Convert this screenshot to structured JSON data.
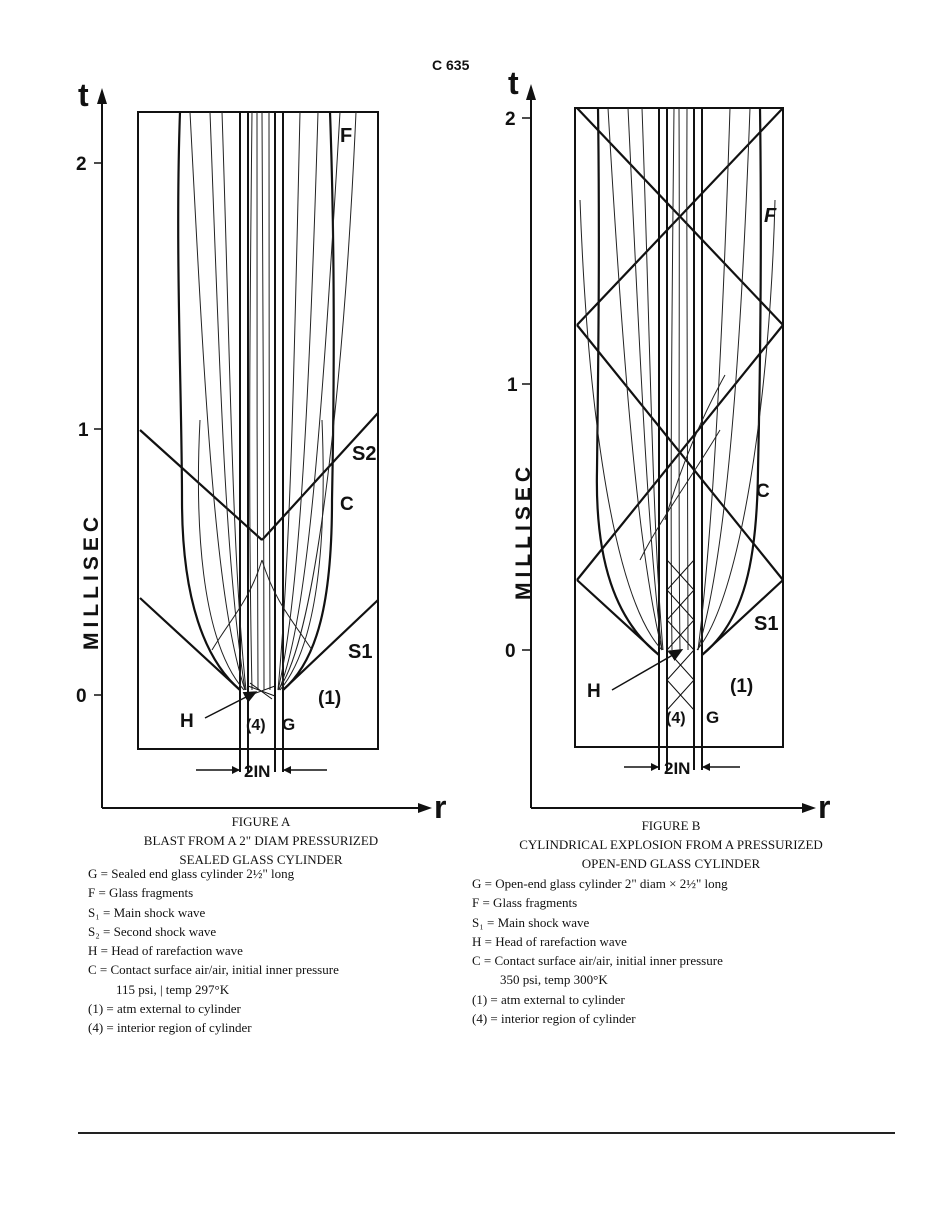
{
  "page_label": "C 635",
  "figure_a": {
    "axis_t": "t",
    "axis_r": "r",
    "y_axis_label": "MILLISEC",
    "ticks": [
      "2",
      "1",
      "0"
    ],
    "curve_labels": {
      "F": "F",
      "S2": "S2",
      "C": "C",
      "S1": "S1",
      "H": "H",
      "region4": "(4)",
      "G": "G",
      "region1": "(1)"
    },
    "width_label": "2IN",
    "caption_title": "FIGURE A",
    "caption_line1": "BLAST FROM A 2\" DIAM PRESSURIZED",
    "caption_line2": "SEALED GLASS CYLINDER",
    "legend": [
      "G = Sealed end glass cylinder 2½\" long",
      "F = Glass fragments",
      "S₁ = Main shock wave",
      "S₂ = Second shock wave",
      "H = Head of rarefaction wave",
      "C = Contact surface air/air, initial inner pressure",
      "115 psi, | temp 297°K",
      "(1) = atm external to cylinder",
      "(4) = interior region of cylinder"
    ]
  },
  "figure_b": {
    "axis_t": "t",
    "axis_r": "r",
    "y_axis_label": "MILLISEC",
    "ticks": [
      "2",
      "1",
      "0"
    ],
    "curve_labels": {
      "F": "F",
      "C": "C",
      "S1": "S1",
      "H": "H",
      "region4": "(4)",
      "G": "G",
      "region1": "(1)"
    },
    "width_label": "2IN",
    "caption_title": "FIGURE B",
    "caption_line1": "CYLINDRICAL EXPLOSION FROM A PRESSURIZED",
    "caption_line2": "OPEN-END GLASS CYLINDER",
    "legend": [
      "G = Open-end glass cylinder 2\" diam × 2½\" long",
      "F = Glass fragments",
      "S₁ = Main shock wave",
      "H = Head of rarefaction wave",
      "C = Contact surface air/air, initial inner pressure",
      "350 psi, temp 300°K",
      "(1) = atm external to cylinder",
      "(4) = interior region of cylinder"
    ]
  }
}
